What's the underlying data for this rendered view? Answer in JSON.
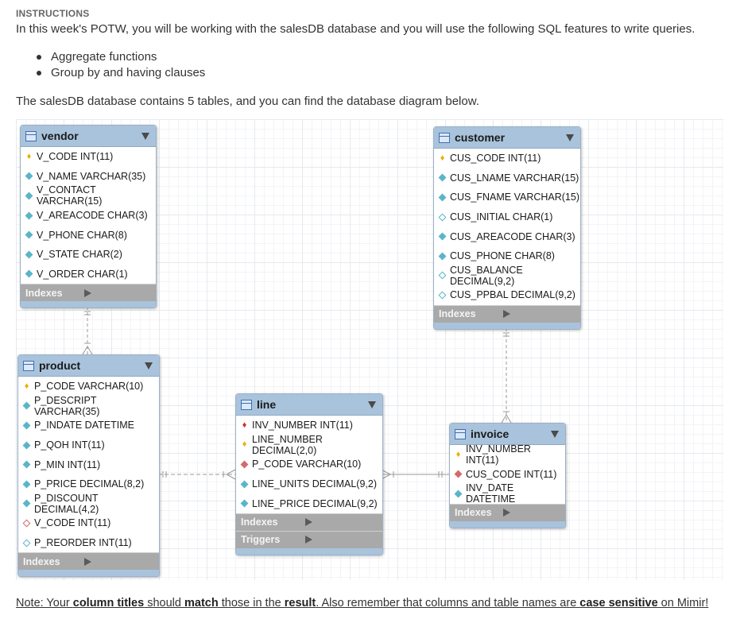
{
  "instructions": {
    "heading": "INSTRUCTIONS",
    "intro": "In this week's POTW, you will be working with the salesDB database and you will use the following SQL features to write queries.",
    "bullets": [
      "Aggregate functions",
      "Group by and having clauses"
    ],
    "description": "The salesDB database contains 5 tables, and you can find the database diagram below."
  },
  "diagram": {
    "indexes_label": "Indexes",
    "triggers_label": "Triggers",
    "tables": {
      "vendor": {
        "name": "vendor",
        "columns": [
          {
            "label": "V_CODE INT(11)",
            "icon": "key-icon"
          },
          {
            "label": "V_NAME VARCHAR(35)",
            "icon": "diamond-filled-icon"
          },
          {
            "label": "V_CONTACT VARCHAR(15)",
            "icon": "diamond-filled-icon"
          },
          {
            "label": "V_AREACODE CHAR(3)",
            "icon": "diamond-filled-icon"
          },
          {
            "label": "V_PHONE CHAR(8)",
            "icon": "diamond-filled-icon"
          },
          {
            "label": "V_STATE CHAR(2)",
            "icon": "diamond-filled-icon"
          },
          {
            "label": "V_ORDER CHAR(1)",
            "icon": "diamond-filled-icon"
          }
        ]
      },
      "customer": {
        "name": "customer",
        "columns": [
          {
            "label": "CUS_CODE INT(11)",
            "icon": "key-icon"
          },
          {
            "label": "CUS_LNAME VARCHAR(15)",
            "icon": "diamond-filled-icon"
          },
          {
            "label": "CUS_FNAME VARCHAR(15)",
            "icon": "diamond-filled-icon"
          },
          {
            "label": "CUS_INITIAL CHAR(1)",
            "icon": "diamond-hollow-icon"
          },
          {
            "label": "CUS_AREACODE CHAR(3)",
            "icon": "diamond-filled-icon"
          },
          {
            "label": "CUS_PHONE CHAR(8)",
            "icon": "diamond-filled-icon"
          },
          {
            "label": "CUS_BALANCE DECIMAL(9,2)",
            "icon": "diamond-hollow-icon"
          },
          {
            "label": "CUS_PPBAL DECIMAL(9,2)",
            "icon": "diamond-hollow-icon"
          }
        ]
      },
      "product": {
        "name": "product",
        "columns": [
          {
            "label": "P_CODE VARCHAR(10)",
            "icon": "key-icon"
          },
          {
            "label": "P_DESCRIPT VARCHAR(35)",
            "icon": "diamond-filled-icon"
          },
          {
            "label": "P_INDATE DATETIME",
            "icon": "diamond-filled-icon"
          },
          {
            "label": "P_QOH INT(11)",
            "icon": "diamond-filled-icon"
          },
          {
            "label": "P_MIN INT(11)",
            "icon": "diamond-filled-icon"
          },
          {
            "label": "P_PRICE DECIMAL(8,2)",
            "icon": "diamond-filled-icon"
          },
          {
            "label": "P_DISCOUNT DECIMAL(4,2)",
            "icon": "diamond-filled-icon"
          },
          {
            "label": "V_CODE INT(11)",
            "icon": "diamond-red-hollow-icon"
          },
          {
            "label": "P_REORDER INT(11)",
            "icon": "diamond-hollow-icon"
          }
        ]
      },
      "line": {
        "name": "line",
        "columns": [
          {
            "label": "INV_NUMBER INT(11)",
            "icon": "key-red-icon"
          },
          {
            "label": "LINE_NUMBER DECIMAL(2,0)",
            "icon": "key-icon"
          },
          {
            "label": "P_CODE VARCHAR(10)",
            "icon": "diamond-red-icon"
          },
          {
            "label": "LINE_UNITS DECIMAL(9,2)",
            "icon": "diamond-hollow-icon"
          },
          {
            "label": "LINE_PRICE DECIMAL(9,2)",
            "icon": "diamond-hollow-icon"
          }
        ]
      },
      "invoice": {
        "name": "invoice",
        "columns": [
          {
            "label": "INV_NUMBER INT(11)",
            "icon": "key-icon"
          },
          {
            "label": "CUS_CODE INT(11)",
            "icon": "diamond-red-icon"
          },
          {
            "label": "INV_DATE DATETIME",
            "icon": "diamond-filled-icon"
          }
        ]
      }
    }
  },
  "note": {
    "p1": "Note: Your ",
    "b1": "column titles",
    "p2": " should ",
    "b2": "match",
    "p3": " those in the ",
    "b3": "result",
    "p4": ". Also remember that columns and table names are ",
    "b4": "case sensitive",
    "p5": " on Mimir!"
  }
}
